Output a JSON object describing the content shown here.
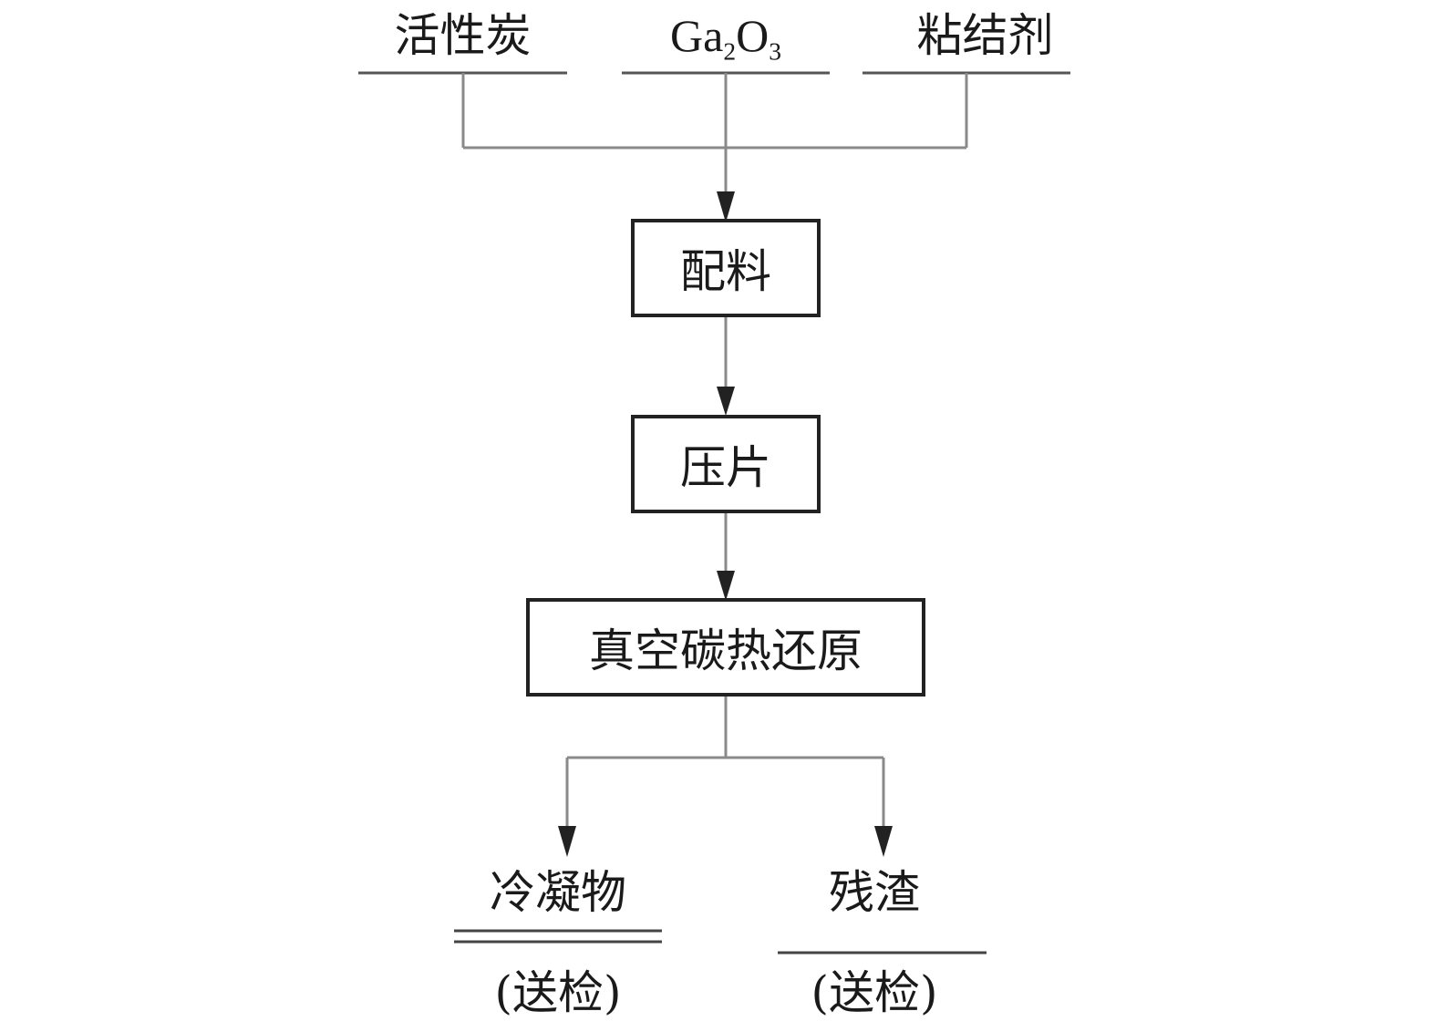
{
  "inputs": {
    "activated_carbon": "活性炭",
    "gallium_oxide": {
      "base1": "Ga",
      "sub1": "2",
      "base2": "O",
      "sub2": "3"
    },
    "binder": "粘结剂"
  },
  "steps": {
    "batching": "配料",
    "pressing": "压片",
    "vacuum_reduction": "真空碳热还原"
  },
  "outputs": {
    "condensate": "冷凝物",
    "condensate_note": "(送检)",
    "residue": "残渣",
    "residue_note": "(送检)"
  },
  "colors": {
    "line": "#8a8a8a",
    "arrow": "#222222",
    "box_border": "#222222"
  }
}
